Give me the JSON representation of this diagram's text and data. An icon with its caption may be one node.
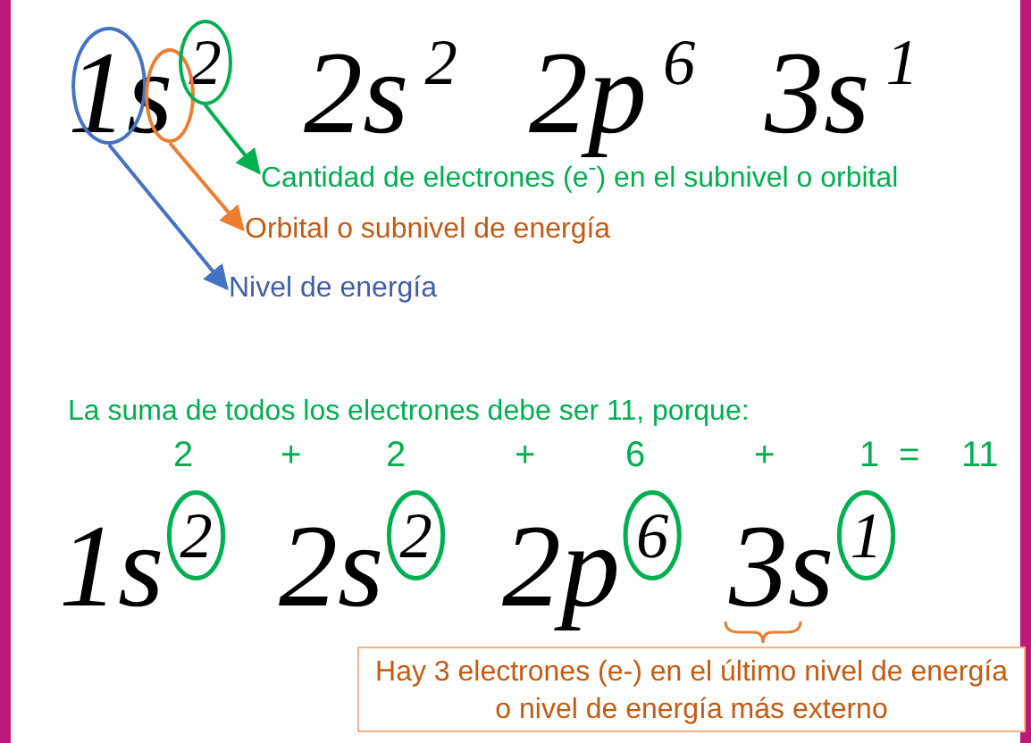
{
  "diagram": {
    "nodes": [
      {
        "text": [],
        "shape": "circle"
      },
      {
        "text": [],
        "shape": "circle"
      },
      {
        "text": [],
        "shape": "circle"
      },
      {
        "text": [
          "Cantidad de electrones (e$^{-}$) en el subnivel o orbital"
        ]
      },
      {
        "text": [
          "Orbital o subnivel de energía"
        ]
      },
      {
        "text": [
          "Nivel de energía"
        ]
      },
      {
        "text": [
          "Hay 3 electrones (e-) en el último nivel de energía o nivel de energía más externo"
        ]
      }
    ],
    "edges": [
      {
        "from": 2,
        "to": 3,
        "arrow": "to",
        "color": "#00b050"
      },
      {
        "from": 1,
        "to": 4,
        "arrow": "to",
        "color": "#ed7d31"
      },
      {
        "from": 0,
        "to": 5,
        "arrow": "to",
        "color": "#4472c4"
      }
    ],
    "labels": [
      "1s$^{2}$",
      "2s$^{2}$",
      "2p$^{6}$",
      "3s$^{1}$",
      "La suma de todos los electrones debe ser 11, porque:",
      "2",
      "+",
      "2",
      "+",
      "6",
      "+",
      "1",
      "=",
      "11",
      "1s$^{2}$",
      "2s$^{2}$",
      "2p$^{6}$",
      "3s$^{1}$"
    ]
  }
}
